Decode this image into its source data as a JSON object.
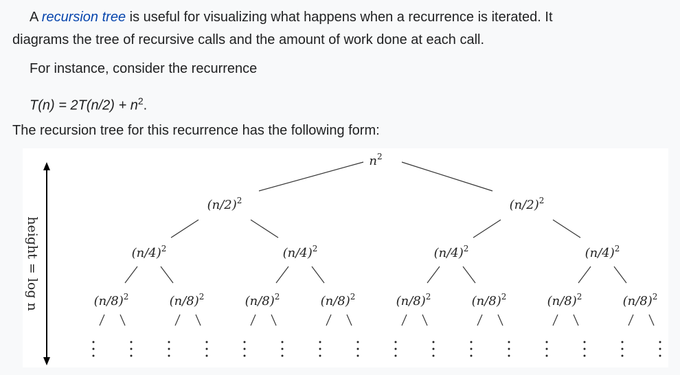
{
  "intro": {
    "before_link": "A ",
    "link": "recursion tree",
    "after_link_line1": " is useful for visualizing what happens when a recurrence is iterated. It",
    "line2": "diagrams the tree of recursive calls and the amount of work done at each call."
  },
  "instance": "For instance, consider the recurrence",
  "recurrence": {
    "base": "T(n) = 2T(n/2) + n",
    "exp": "2",
    "end": "."
  },
  "tree_intro": "The recursion tree for this recurrence has the following form:",
  "figure": {
    "height_label": "height = log n",
    "levels": [
      {
        "base": "n",
        "exp": "2",
        "count": 1
      },
      {
        "base": "(n/2)",
        "exp": "2",
        "count": 2
      },
      {
        "base": "(n/4)",
        "exp": "2",
        "count": 4
      },
      {
        "base": "(n/8)",
        "exp": "2",
        "count": 8
      }
    ]
  }
}
